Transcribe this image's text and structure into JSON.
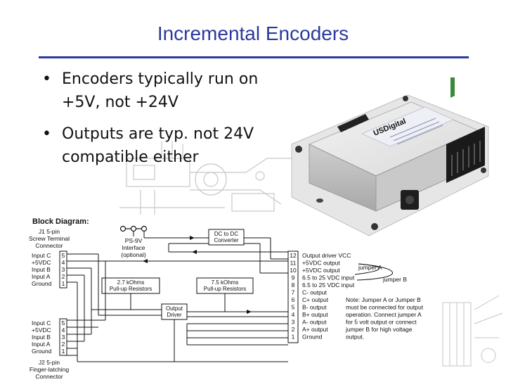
{
  "slide": {
    "title": "Incremental Encoders",
    "accent_color": "#2b3a9c",
    "bullets": [
      "Encoders typically run on +5V, not +24V",
      "Outputs are typ. not 24V compatible either"
    ]
  },
  "photo": {
    "device_brand": "USDigital"
  },
  "block_diagram": {
    "heading": "Block Diagram:",
    "j1_label": [
      "J1 5-pin",
      "Screw Terminal",
      "Connector"
    ],
    "ps9v_label": [
      "PS-9V",
      "Interface",
      "(optional)"
    ],
    "dc_converter": [
      "DC to DC",
      "Converter"
    ],
    "resistor_2k7": [
      "2.7 kOhms",
      "Pull-up Resistors"
    ],
    "resistor_7k5": [
      "7.5 kOhms",
      "Pull-up Resistors"
    ],
    "output_driver": [
      "Output",
      "Driver"
    ],
    "j1_pins": [
      {
        "name": "Input C",
        "num": "5"
      },
      {
        "name": "+5VDC",
        "num": "4"
      },
      {
        "name": "Input B",
        "num": "3"
      },
      {
        "name": "Input A",
        "num": "2"
      },
      {
        "name": "Ground",
        "num": "1"
      }
    ],
    "j2_pins": [
      {
        "name": "Input C",
        "num": "5"
      },
      {
        "name": "+5VDC",
        "num": "4"
      },
      {
        "name": "Input B",
        "num": "3"
      },
      {
        "name": "Input A",
        "num": "2"
      },
      {
        "name": "Ground",
        "num": "1"
      }
    ],
    "j2_label": [
      "J2 5-pin",
      "Finger-latching",
      "Connector"
    ],
    "output_pins": [
      {
        "num": "12",
        "name": "Output driver VCC"
      },
      {
        "num": "11",
        "name": "+5VDC output"
      },
      {
        "num": "10",
        "name": "+5VDC output"
      },
      {
        "num": "9",
        "name": "6.5 to 25 VDC input"
      },
      {
        "num": "8",
        "name": "6.5 to 25 VDC input"
      },
      {
        "num": "7",
        "name": "C- output"
      },
      {
        "num": "6",
        "name": "C+ output"
      },
      {
        "num": "5",
        "name": "B- output"
      },
      {
        "num": "4",
        "name": "B+ output"
      },
      {
        "num": "3",
        "name": "A- output"
      },
      {
        "num": "2",
        "name": "A+ output"
      },
      {
        "num": "1",
        "name": "Ground"
      }
    ],
    "jumper_a": "jumper A",
    "jumper_b": "jumper B",
    "note": [
      "Note: Jumper A or Jumper B",
      "must be connected for output",
      "operation. Connect jumper A",
      "for 5 volt output or connect",
      "jumper B for high voltage",
      "output."
    ]
  }
}
